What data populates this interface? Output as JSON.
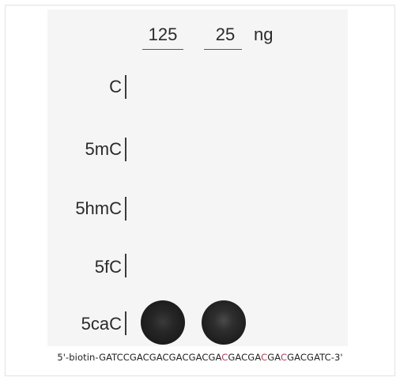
{
  "columns": [
    "125",
    "25"
  ],
  "unit": "ng",
  "rows": [
    "C",
    "5mC",
    "5hmC",
    "5fC",
    "5caC"
  ],
  "signal_dots": [
    {
      "row": "5caC",
      "column": "125",
      "present": true
    },
    {
      "row": "5caC",
      "column": "25",
      "present": true
    }
  ],
  "sequence": {
    "prefix": "5'-biotin-GATCCGACGACGACGACGA",
    "c1": "C",
    "mid1": "GACGA",
    "c2": "C",
    "mid2": "GA",
    "c3": "C",
    "suffix": "GACGATC-3'"
  },
  "colors": {
    "modified_c": "#b0405a",
    "dot": "#1c1c1c"
  }
}
